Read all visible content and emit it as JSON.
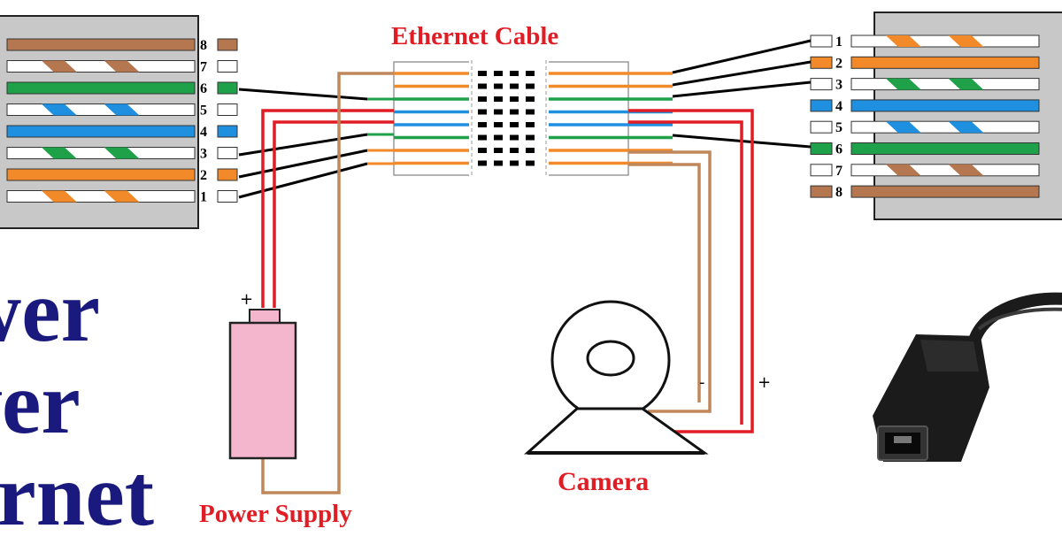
{
  "title_lines": [
    "wer",
    "ver",
    "ernet"
  ],
  "labels": {
    "ethernet_cable": "Ethernet Cable",
    "camera": "Camera",
    "power_supply": "Power Supply"
  },
  "signs": {
    "battery_plus": "+",
    "camera_minus": "-",
    "camera_plus": "+"
  },
  "left_connector": {
    "pins": [
      {
        "num": "8",
        "color": "#b5774f",
        "striped": false
      },
      {
        "num": "7",
        "color": "#b5774f",
        "striped": true
      },
      {
        "num": "6",
        "color": "#1fa14a",
        "striped": false
      },
      {
        "num": "5",
        "color": "#1f8fe0",
        "striped": true
      },
      {
        "num": "4",
        "color": "#1f8fe0",
        "striped": false
      },
      {
        "num": "3",
        "color": "#1fa14a",
        "striped": true
      },
      {
        "num": "2",
        "color": "#f28a2a",
        "striped": false
      },
      {
        "num": "1",
        "color": "#f28a2a",
        "striped": true
      }
    ]
  },
  "right_connector": {
    "pins": [
      {
        "num": "1",
        "color": "#f28a2a",
        "striped": true
      },
      {
        "num": "2",
        "color": "#f28a2a",
        "striped": false
      },
      {
        "num": "3",
        "color": "#1fa14a",
        "striped": true
      },
      {
        "num": "4",
        "color": "#1f8fe0",
        "striped": false
      },
      {
        "num": "5",
        "color": "#1f8fe0",
        "striped": true
      },
      {
        "num": "6",
        "color": "#1fa14a",
        "striped": false
      },
      {
        "num": "7",
        "color": "#b5774f",
        "striped": true
      },
      {
        "num": "8",
        "color": "#b5774f",
        "striped": false
      }
    ]
  },
  "cable_wires": [
    "#f28a2a",
    "#f28a2a",
    "#1fa14a",
    "#1f8fe0",
    "#1f8fe0",
    "#1fa14a",
    "#f28a2a",
    "#f28a2a"
  ],
  "colors": {
    "title": "#1a1a7e",
    "label": "#e01c24",
    "power_red": "#e01c24",
    "power_brown": "#c0875a",
    "battery_fill": "#f4b6cc",
    "connector_gray": "#c8c8c8",
    "adapter": "#1b1b1b"
  }
}
